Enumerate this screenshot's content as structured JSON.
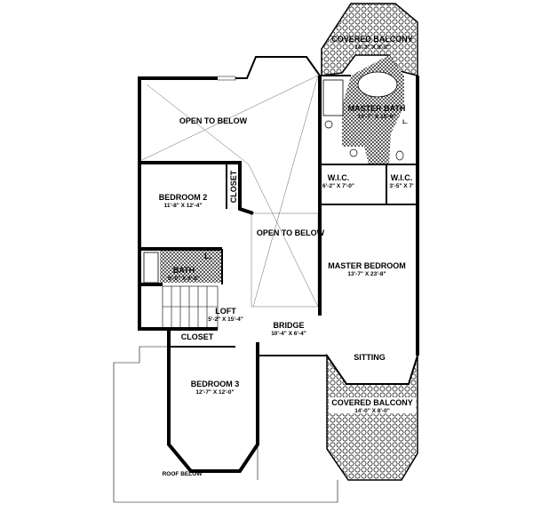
{
  "title": "Second Floor Plan",
  "rooms": {
    "open_to_below_1": {
      "name": "OPEN TO BELOW"
    },
    "balcony_top": {
      "name": "COVERED BALCONY",
      "dims": "14'-3\" X 8'-9\""
    },
    "master_bath": {
      "name": "MASTER BATH",
      "dims": "13'-7\" X 15'-6\""
    },
    "wic_1": {
      "name": "W.I.C.",
      "dims": "6'-2\" X 7'-0\""
    },
    "wic_2": {
      "name": "W.I.C.",
      "dims": "3'-5\" X 7'"
    },
    "bedroom_2": {
      "name": "BEDROOM 2",
      "dims": "11'-8\" X 12'-4\""
    },
    "closet_1": {
      "name": "CLOSET"
    },
    "open_to_below_2": {
      "name": "OPEN TO BELOW"
    },
    "master_bedroom": {
      "name": "MASTER BEDROOM",
      "dims": "13'-7\" X 23'-8\""
    },
    "linen_1": {
      "name": "L."
    },
    "linen_2": {
      "name": "L."
    },
    "bath": {
      "name": "BATH",
      "dims": "5'-0\" X 9'-8\""
    },
    "loft": {
      "name": "LOFT",
      "dims": "5'-2\" X 15'-4\""
    },
    "bridge": {
      "name": "BRIDGE",
      "dims": "10'-4\" X 6'-4\""
    },
    "closet_2": {
      "name": "CLOSET"
    },
    "sitting": {
      "name": "SITTING"
    },
    "bedroom_3": {
      "name": "BEDROOM 3",
      "dims": "12'-7\" X 12'-0\""
    },
    "balcony_bottom": {
      "name": "COVERED BALCONY",
      "dims": "14'-0\" X 8'-0\""
    },
    "roof_below": {
      "name": "ROOF BELOW"
    }
  }
}
